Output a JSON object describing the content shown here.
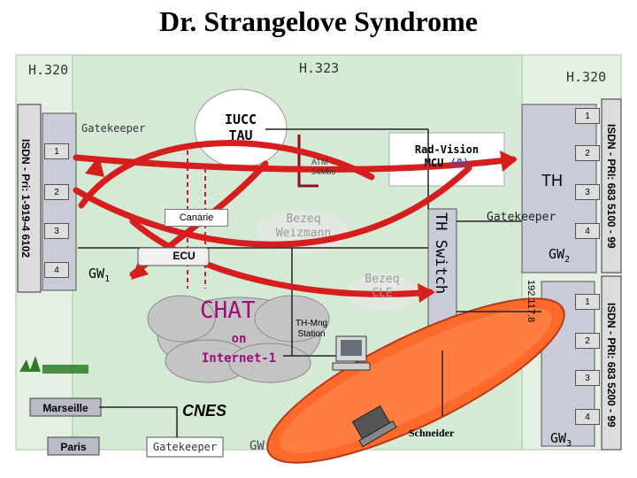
{
  "title": "Dr. Strangelove Syndrome",
  "zones": {
    "left": "H.320",
    "center": "H.323",
    "right": "H.320"
  },
  "isdn": {
    "left": "ISDN - Pri: 1-919-4 6102",
    "right_top": "ISDN - PRI: 683 5100 - 99",
    "right_bottom": "ISDN - PRI: 683 5200 - 99"
  },
  "nodes": {
    "gatekeeper_left": "Gatekeeper",
    "iucc_line1": "IUCC",
    "iucc_line2": "TAU",
    "atm_line1": "ATM",
    "atm_line2": "34Mbs",
    "radvision_line1": "Rad-Vision",
    "radvision_line2": "MCU",
    "radvision_count": "(8)",
    "th": "TH",
    "canarie": "Canarie",
    "bezeq_weiz_line1": "Bezeq",
    "bezeq_weiz_line2": "Weizmann",
    "ecu": "ECU",
    "bezeq_cle_line1": "Bezeq",
    "bezeq_cle_line2": "CLE",
    "th_switch": "TH Switch",
    "gatekeeper_right": "Gatekeeper",
    "gw1_main": "GW",
    "gw1_sub": "1",
    "gw2_main": "GW",
    "gw2_sub": "2",
    "gw3_main": "GW",
    "gw3_sub": "3",
    "chat_line1": "CHAT",
    "chat_line2": "on",
    "chat_line3": "Internet-1",
    "th_mng_line1": "TH-Mng",
    "th_mng_line2": "Station",
    "ip_fragment": "192.117.8",
    "marseille": "Marseille",
    "paris": "Paris",
    "cnes": "CNES",
    "gatekeeper_bottom": "Gatekeeper",
    "gw_fragment": "GW",
    "schneider": "Schneider"
  },
  "ports": {
    "left": [
      "1",
      "2",
      "3",
      "4"
    ],
    "right_top": [
      "1",
      "2",
      "3",
      "4"
    ],
    "right_bottom": [
      "1",
      "2",
      "3",
      "4"
    ]
  },
  "colors": {
    "zone_left": "#e4f1e2",
    "zone_center": "#d4ead4",
    "zone_right": "#e4f1e2",
    "red_flow": "#d61e1e",
    "ellipse": "#ff6a2a",
    "chat_text": "#9a0f7a"
  }
}
